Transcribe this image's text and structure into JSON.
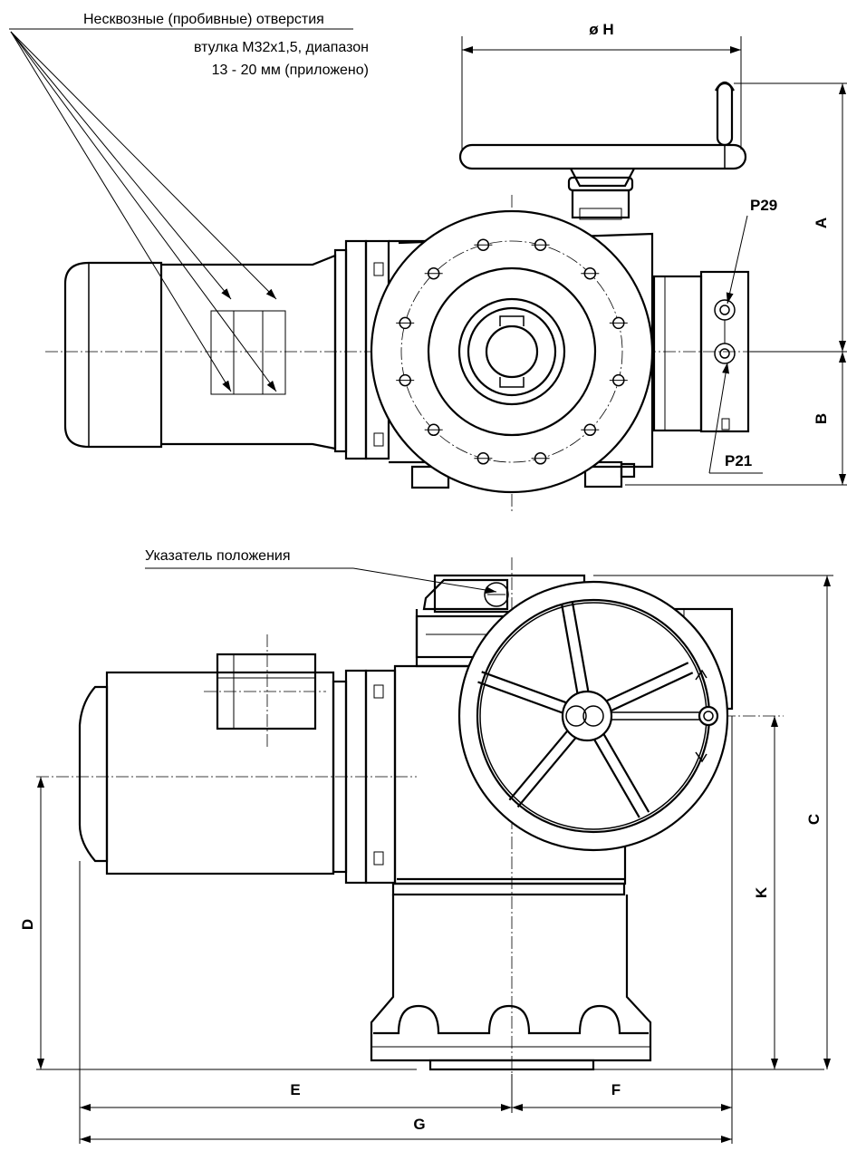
{
  "notes": {
    "knockouts_line1": "Несквозные (пробивные) отверстия",
    "knockouts_line2": "втулка М32х1,5, диапазон",
    "knockouts_line3": "13 - 20 мм (приложено)",
    "position_indicator": "Указатель положения"
  },
  "dimensions": {
    "H": "ø H",
    "A": "A",
    "B": "B",
    "C": "C",
    "D": "D",
    "E": "E",
    "F": "F",
    "G": "G",
    "K": "K"
  },
  "ports": {
    "P29": "P29",
    "P21": "P21"
  }
}
